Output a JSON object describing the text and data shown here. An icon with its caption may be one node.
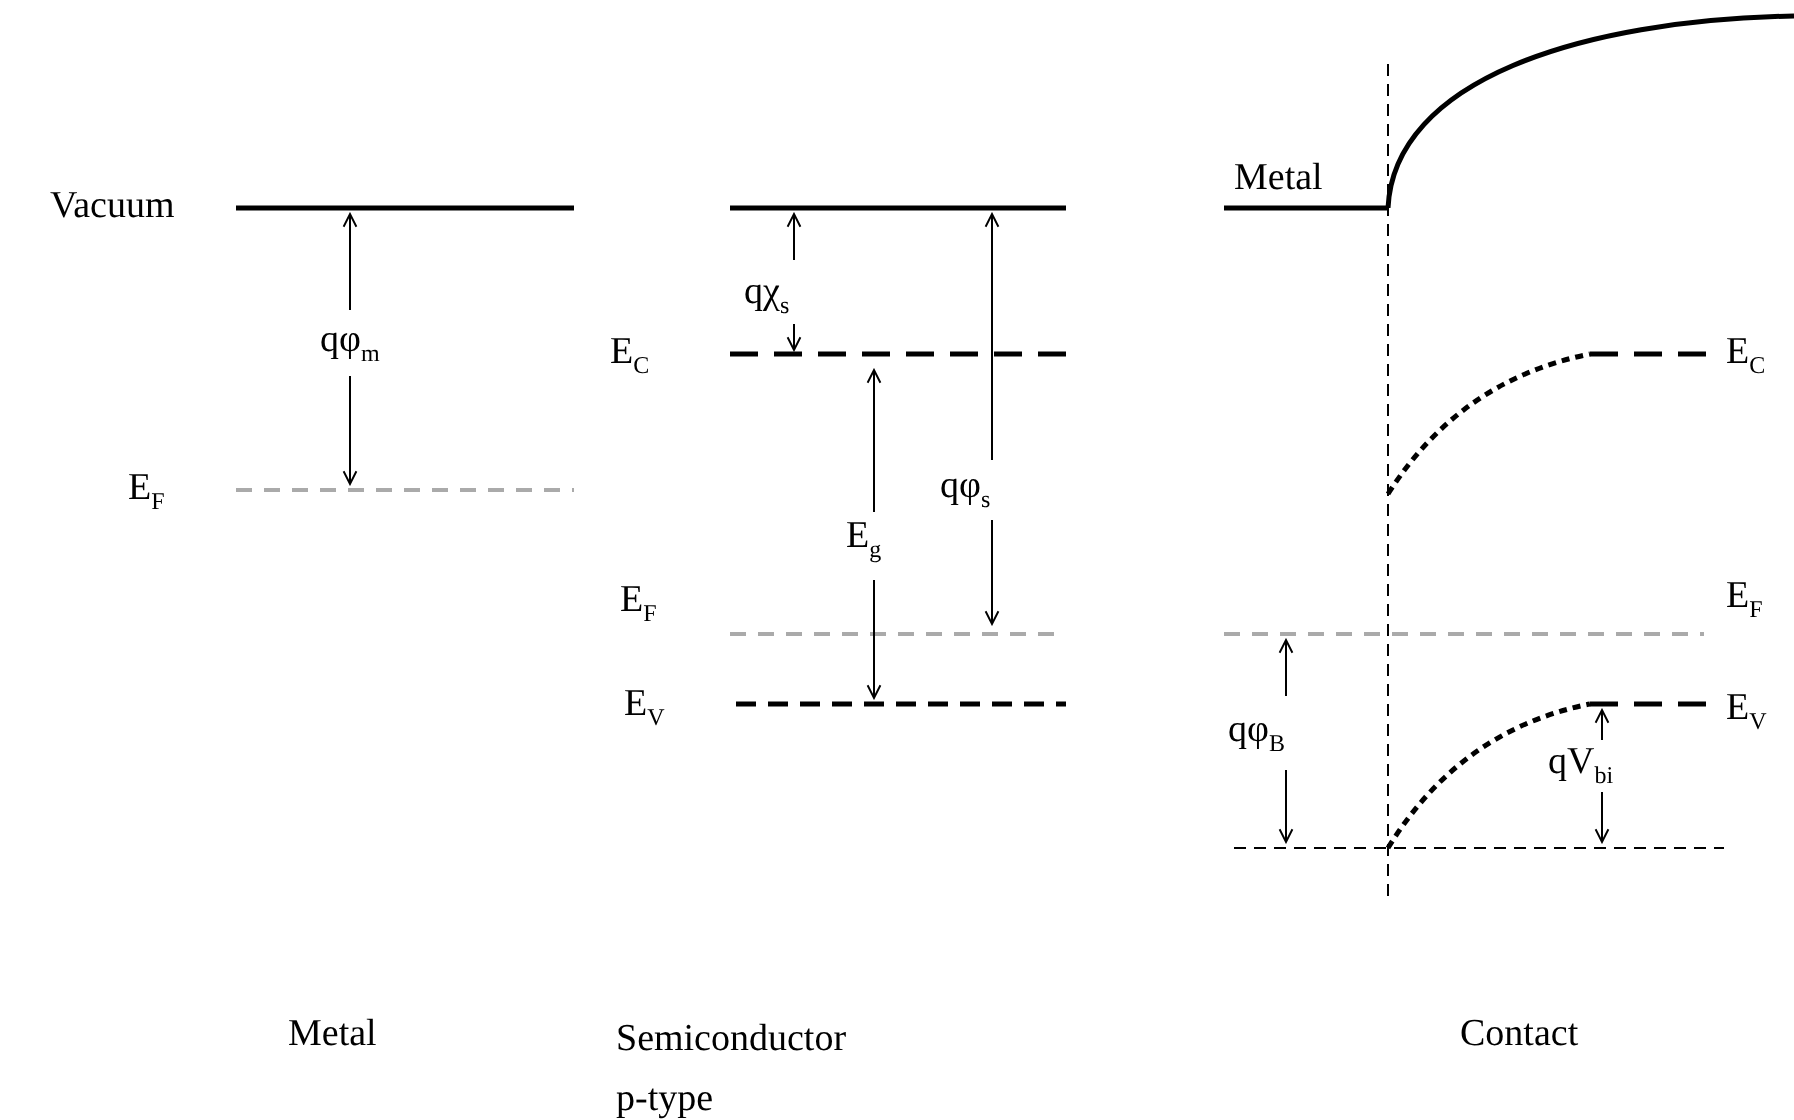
{
  "diagram": {
    "labels": [
      "Vacuum",
      "qφ$_{m}$",
      "E$_{F}$",
      "qχ$_{s}$",
      "E$_{C}$",
      "qφ$_{s}$",
      "E$_{g}$",
      "E$_{F}$",
      "E$_{V}$",
      "Metal",
      "E$_{C}$",
      "E$_{F}$",
      "qφ$_{B}$",
      "E$_{V}$",
      "qV$_{bi}$",
      "Metal",
      "Semiconductor p-type",
      "Contact"
    ]
  }
}
